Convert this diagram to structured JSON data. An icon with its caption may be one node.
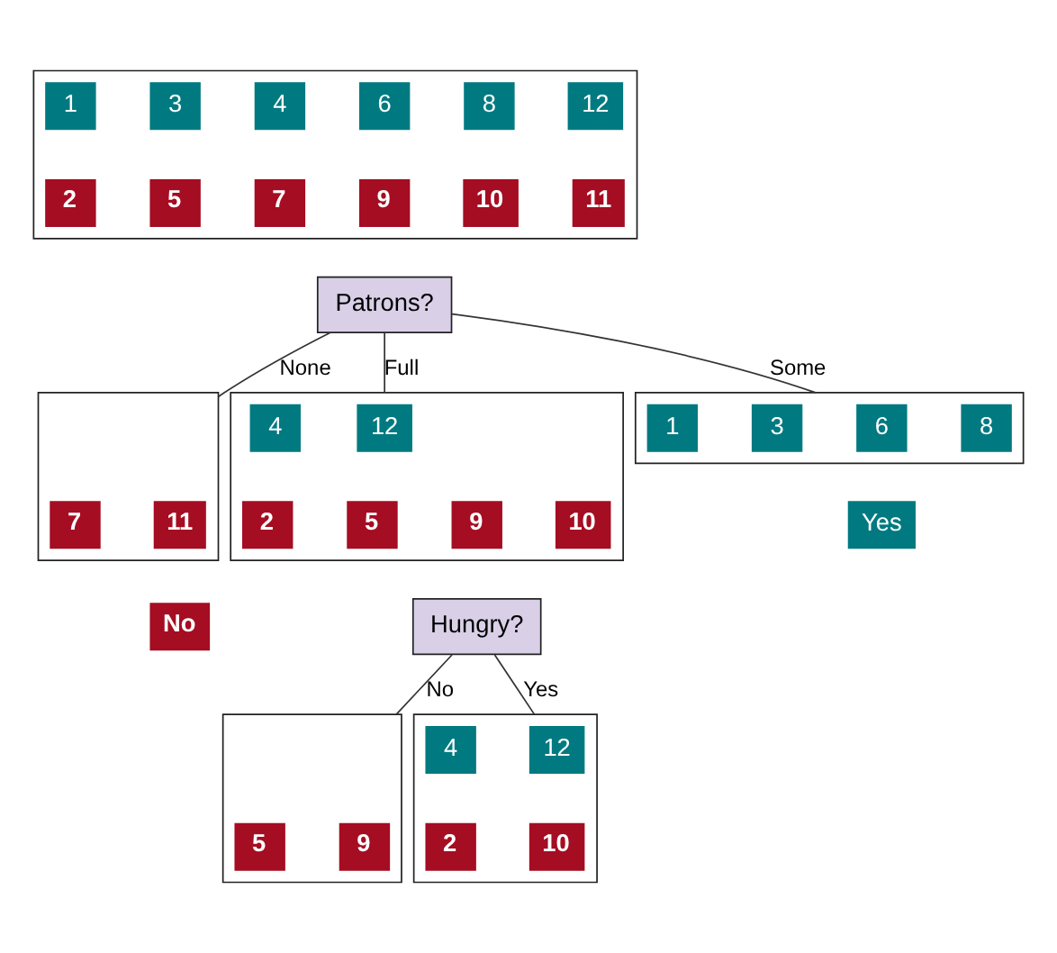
{
  "diagram": {
    "nodes": [
      {
        "text": [],
        "shape": "box"
      },
      {
        "text": [
          "1"
        ],
        "in": 0
      },
      {
        "text": [
          "3"
        ],
        "in": 0
      },
      {
        "text": [
          "4"
        ],
        "in": 0
      },
      {
        "text": [
          "6"
        ],
        "in": 0
      },
      {
        "text": [
          "8"
        ],
        "in": 0
      },
      {
        "text": [
          "12"
        ],
        "in": 0
      },
      {
        "text": [
          "2"
        ],
        "in": 0
      },
      {
        "text": [
          "5"
        ],
        "in": 0
      },
      {
        "text": [
          "7"
        ],
        "in": 0
      },
      {
        "text": [
          "9"
        ],
        "in": 0
      },
      {
        "text": [
          "10"
        ],
        "in": 0
      },
      {
        "text": [
          "11"
        ],
        "in": 0
      },
      {
        "text": [
          "Patrons?"
        ]
      },
      {
        "text": [],
        "shape": "box"
      },
      {
        "text": [
          "7"
        ],
        "in": 14
      },
      {
        "text": [
          "11"
        ],
        "in": 14
      },
      {
        "text": [],
        "shape": "box"
      },
      {
        "text": [
          "1"
        ],
        "in": 17
      },
      {
        "text": [
          "3"
        ],
        "in": 17
      },
      {
        "text": [
          "6"
        ],
        "in": 17
      },
      {
        "text": [
          "8"
        ],
        "in": 17
      },
      {
        "text": [],
        "shape": "box"
      },
      {
        "text": [
          "4"
        ],
        "in": 22
      },
      {
        "text": [
          "12"
        ],
        "in": 22
      },
      {
        "text": [
          "2"
        ],
        "in": 22
      },
      {
        "text": [
          "5"
        ],
        "in": 22
      },
      {
        "text": [
          "9"
        ],
        "in": 22
      },
      {
        "text": [
          "10"
        ],
        "in": 22
      },
      {
        "text": [
          "No"
        ]
      },
      {
        "text": [
          "Yes"
        ]
      },
      {
        "text": [
          "Hungry?"
        ]
      },
      {
        "text": [],
        "shape": "box"
      },
      {
        "text": [
          "5"
        ],
        "in": 32
      },
      {
        "text": [
          "9"
        ],
        "in": 32
      },
      {
        "text": [],
        "shape": "box"
      },
      {
        "text": [
          "4"
        ],
        "in": 35
      },
      {
        "text": [
          "12"
        ],
        "in": 35
      },
      {
        "text": [
          "2"
        ],
        "in": 35
      },
      {
        "text": [
          "10"
        ],
        "in": 35
      }
    ],
    "edges": [
      {
        "from": 13,
        "to": 14,
        "arrow": "none",
        "label": "None"
      },
      {
        "from": 13,
        "to": 17,
        "arrow": "none",
        "label": "Some"
      },
      {
        "from": 13,
        "to": 22,
        "arrow": "none",
        "label": "Full"
      },
      {
        "from": 31,
        "to": 32,
        "arrow": "none",
        "label": "No"
      },
      {
        "from": 31,
        "to": 35,
        "arrow": "none",
        "label": "Yes"
      }
    ]
  }
}
